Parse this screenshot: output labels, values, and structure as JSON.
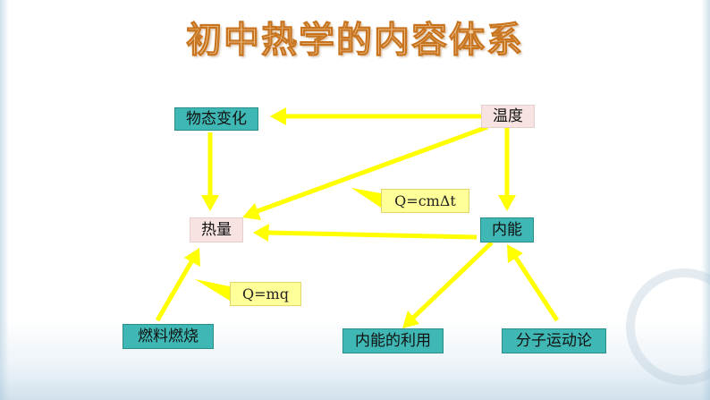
{
  "title": "初中热学的内容体系",
  "nodes": {
    "phase_change": "物态变化",
    "temperature": "温度",
    "heat": "热量",
    "internal_energy": "内能",
    "fuel_combustion": "燃料燃烧",
    "internal_energy_use": "内能的利用",
    "molecular_theory": "分子运动论"
  },
  "formulas": {
    "specific_heat": "Q=cmΔt",
    "fuel_heat": "Q=mq"
  },
  "colors": {
    "arrow": "#ffff00",
    "teal_box": "#3fb8b5",
    "pink_box": "#f6e3e2",
    "formula_box": "#ffff99",
    "title": "#f3d1a6"
  }
}
